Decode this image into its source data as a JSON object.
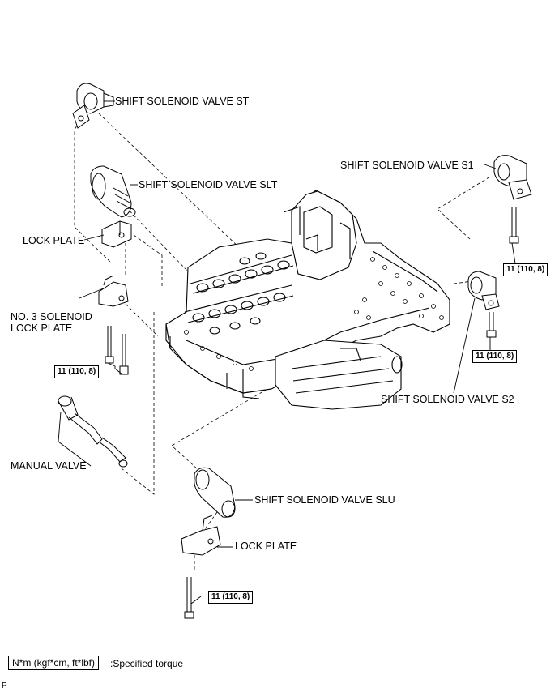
{
  "labels": {
    "shift_st": "SHIFT SOLENOID VALVE ST",
    "shift_slt": "SHIFT SOLENOID VALVE SLT",
    "shift_s1": "SHIFT SOLENOID VALVE S1",
    "shift_s2": "SHIFT SOLENOID VALVE S2",
    "shift_slu": "SHIFT SOLENOID VALVE SLU",
    "lock_plate_upper": "LOCK PLATE",
    "lock_plate_lower": "LOCK PLATE",
    "no3_lock_plate_line1": "NO. 3 SOLENOID",
    "no3_lock_plate_line2": "LOCK PLATE",
    "manual_valve": "MANUAL VALVE"
  },
  "torque": {
    "s1_bolt": "11 (110, 8)",
    "s2_bolt": "11 (110, 8)",
    "no3_bolts": "11 (110, 8)",
    "slu_bolt": "11 (110, 8)"
  },
  "legend": {
    "box": "N*m (kgf*cm, ft*lbf)",
    "text": ":Specified torque"
  },
  "corner_mark": "P"
}
